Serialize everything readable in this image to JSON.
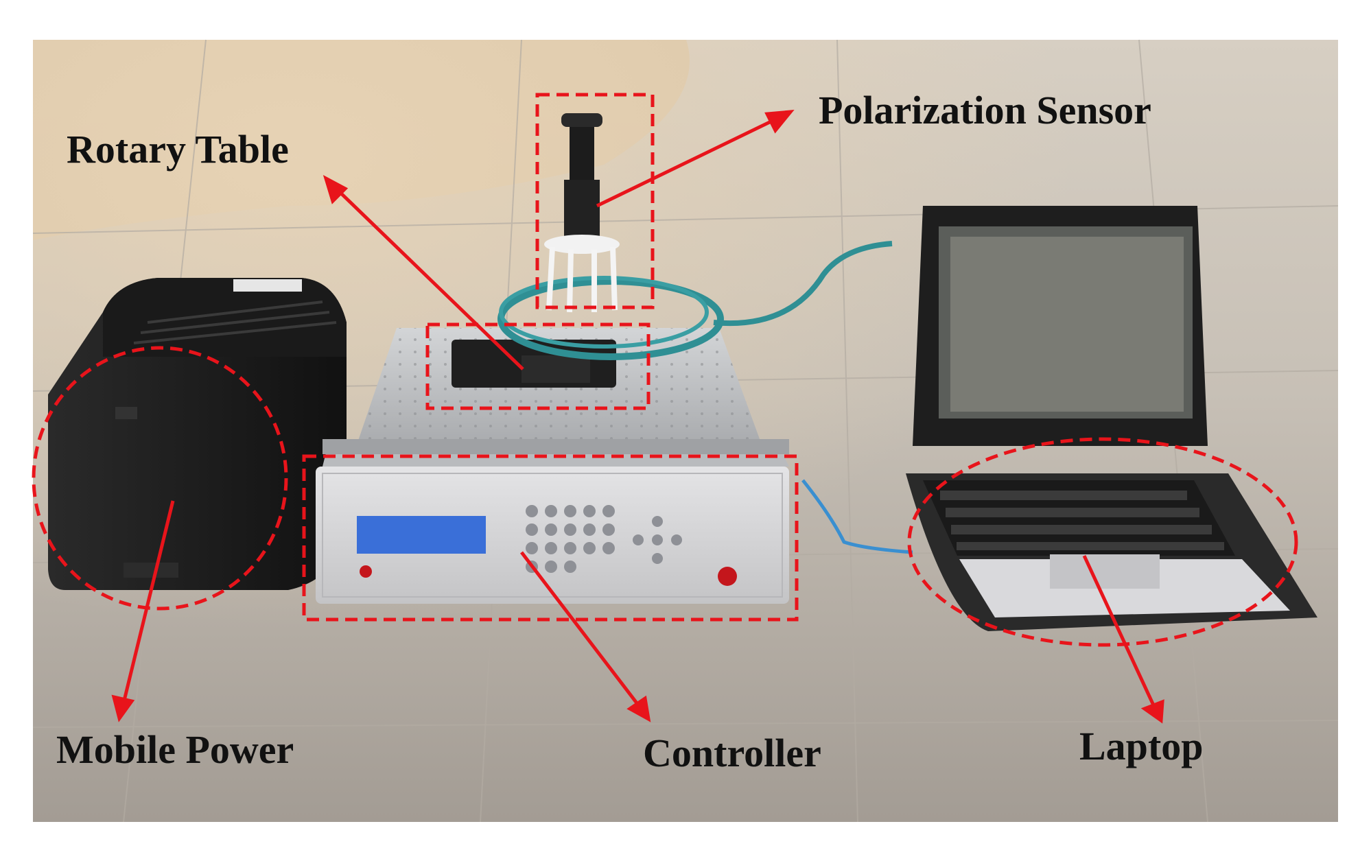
{
  "figure": {
    "labels": {
      "polarization_sensor": "Polarization Sensor",
      "rotary_table": "Rotary Table",
      "mobile_power": "Mobile Power",
      "controller": "Controller",
      "laptop": "Laptop"
    },
    "colors": {
      "annotation": "#e8141b",
      "text": "#111111",
      "ground_light": "#c9c2b8",
      "ground_shadow": "#9c948c",
      "device_dark": "#1c1c1c",
      "metal": "#c4c6c8",
      "controller_body": "#d8d8da",
      "screen": "#3a6fd8",
      "cable": "#2f8f94"
    },
    "icons": [
      "mobile-power-unit",
      "rotary-table-platform",
      "polarization-sensor-device",
      "controller-unit",
      "laptop-computer"
    ]
  }
}
